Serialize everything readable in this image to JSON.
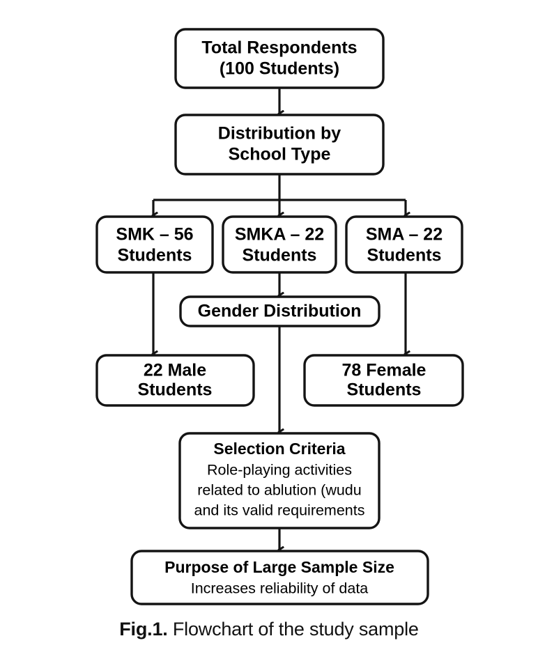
{
  "figure": {
    "caption_label": "Fig.1.",
    "caption_text": "Flowchart of the study sample",
    "background_color": "#ffffff",
    "stroke_color": "#141414",
    "text_color": "#000000"
  },
  "chart_data": {
    "type": "diagram",
    "title": "Flowchart of the study sample",
    "nodes": [
      {
        "id": "total-respondents",
        "lines": [
          "Total Respondents",
          "(100 Students)"
        ],
        "style": "bold"
      },
      {
        "id": "distribution-by-school-type",
        "lines": [
          "Distribution by",
          "School Type"
        ],
        "style": "bold"
      },
      {
        "id": "smk",
        "lines": [
          "SMK – 56",
          "Students"
        ],
        "style": "bold",
        "value": 56,
        "category": "SMK"
      },
      {
        "id": "smka",
        "lines": [
          "SMKA – 22",
          "Students"
        ],
        "style": "bold",
        "value": 22,
        "category": "SMKA"
      },
      {
        "id": "sma",
        "lines": [
          "SMA – 22",
          "Students"
        ],
        "style": "bold",
        "value": 22,
        "category": "SMA"
      },
      {
        "id": "gender-distribution",
        "lines": [
          "Gender Distribution"
        ],
        "style": "bold"
      },
      {
        "id": "male-students",
        "lines": [
          "22 Male",
          "Students"
        ],
        "style": "bold",
        "value": 22,
        "category": "Male"
      },
      {
        "id": "female-students",
        "lines": [
          "78 Female",
          "Students"
        ],
        "style": "bold",
        "value": 78,
        "category": "Female"
      },
      {
        "id": "selection-criteria",
        "heading": "Selection Criteria",
        "lines": [
          "Role-playing activities",
          "related to ablution (wudu",
          "and its valid requirements"
        ],
        "style": "bold-heading-regular-body"
      },
      {
        "id": "purpose-of-large-sample-size",
        "heading": "Purpose of Large Sample Size",
        "lines": [
          "Increases reliability of data"
        ],
        "style": "bold-heading-regular-body"
      }
    ],
    "edges": [
      {
        "from": "total-respondents",
        "to": "distribution-by-school-type"
      },
      {
        "from": "distribution-by-school-type",
        "to": "smk"
      },
      {
        "from": "distribution-by-school-type",
        "to": "smka"
      },
      {
        "from": "distribution-by-school-type",
        "to": "sma"
      },
      {
        "from": "smk",
        "to": "male-students"
      },
      {
        "from": "smka",
        "to": "gender-distribution"
      },
      {
        "from": "sma",
        "to": "female-students"
      },
      {
        "from": "gender-distribution",
        "to": "selection-criteria"
      },
      {
        "from": "selection-criteria",
        "to": "purpose-of-large-sample-size"
      }
    ],
    "totals": {
      "respondents": 100,
      "male": 22,
      "female": 78
    }
  },
  "nodes": {
    "total_respondents": {
      "line1": "Total Respondents",
      "line2": "(100 Students)"
    },
    "distribution_by_school_type": {
      "line1": "Distribution by",
      "line2": "School Type"
    },
    "smk": {
      "line1": "SMK – 56",
      "line2": "Students"
    },
    "smka": {
      "line1": "SMKA – 22",
      "line2": "Students"
    },
    "sma": {
      "line1": "SMA – 22",
      "line2": "Students"
    },
    "gender_distribution": {
      "line1": "Gender Distribution"
    },
    "male_students": {
      "line1": "22 Male",
      "line2": "Students"
    },
    "female_students": {
      "line1": "78 Female",
      "line2": "Students"
    },
    "selection_criteria": {
      "heading": "Selection Criteria",
      "line1": "Role-playing activities",
      "line2": "related to ablution (wudu",
      "line3": "and its valid requirements"
    },
    "purpose": {
      "heading": "Purpose of Large Sample Size",
      "line1": "Increases reliability of data"
    }
  }
}
